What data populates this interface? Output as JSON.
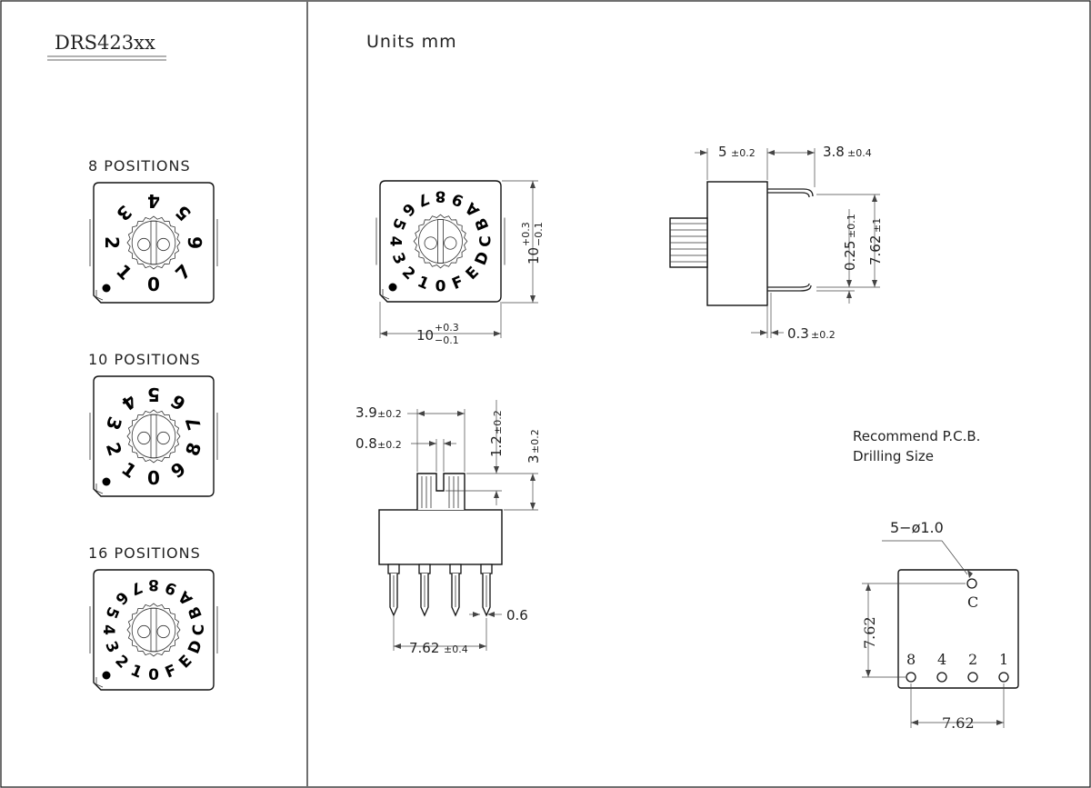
{
  "header": {
    "part_number": "DRS423xx",
    "units": "Units mm"
  },
  "variants": [
    {
      "title": "8 POSITIONS",
      "symbols": [
        "0",
        "1",
        "2",
        "3",
        "4",
        "5",
        "6",
        "7"
      ]
    },
    {
      "title": "10 POSITIONS",
      "symbols": [
        "0",
        "1",
        "2",
        "3",
        "4",
        "5",
        "6",
        "7",
        "8",
        "9"
      ]
    },
    {
      "title": "16 POSITIONS",
      "symbols": [
        "0",
        "1",
        "2",
        "3",
        "4",
        "5",
        "6",
        "7",
        "8",
        "9",
        "A",
        "B",
        "C",
        "D",
        "E",
        "F"
      ]
    }
  ],
  "front_view": {
    "symbols": [
      "0",
      "1",
      "2",
      "3",
      "4",
      "5",
      "6",
      "7",
      "8",
      "9",
      "A",
      "B",
      "C",
      "D",
      "E",
      "F"
    ],
    "width_dim": {
      "base": "10",
      "plus": "+0.3",
      "minus": "−0.1"
    },
    "height_dim": {
      "base": "10",
      "plus": "+0.3",
      "minus": "−0.1"
    }
  },
  "side_view": {
    "d_knob": {
      "base": "5",
      "tol": "±0.2"
    },
    "d_pin_reach": {
      "base": "3.8",
      "tol": "±0.4"
    },
    "d_pin_thick": {
      "base": "0.25",
      "tol": "±0.1"
    },
    "d_pin_span": {
      "base": "7.62",
      "tol": "±1"
    },
    "d_pin_gap": {
      "base": "0.3",
      "tol": "±0.2"
    }
  },
  "bottom_view": {
    "d_knob_w": {
      "base": "3.9",
      "tol": "±0.2"
    },
    "d_slot_w": {
      "base": "0.8",
      "tol": "±0.2"
    },
    "d_slot_h": {
      "base": "1.2",
      "tol": "±0.2"
    },
    "d_knob_h": {
      "base": "3",
      "tol": "±0.2"
    },
    "d_pin": "0.6",
    "d_pitch": {
      "base": "7.62",
      "tol": "±0.4"
    }
  },
  "pcb": {
    "title_line1": "Recommend P.C.B.",
    "title_line2": "Drilling Size",
    "hole_spec": "5−ø1.0",
    "common_label": "C",
    "pin_labels": [
      "8",
      "4",
      "2",
      "1"
    ],
    "v_dim": "7.62",
    "h_dim": "7.62"
  }
}
